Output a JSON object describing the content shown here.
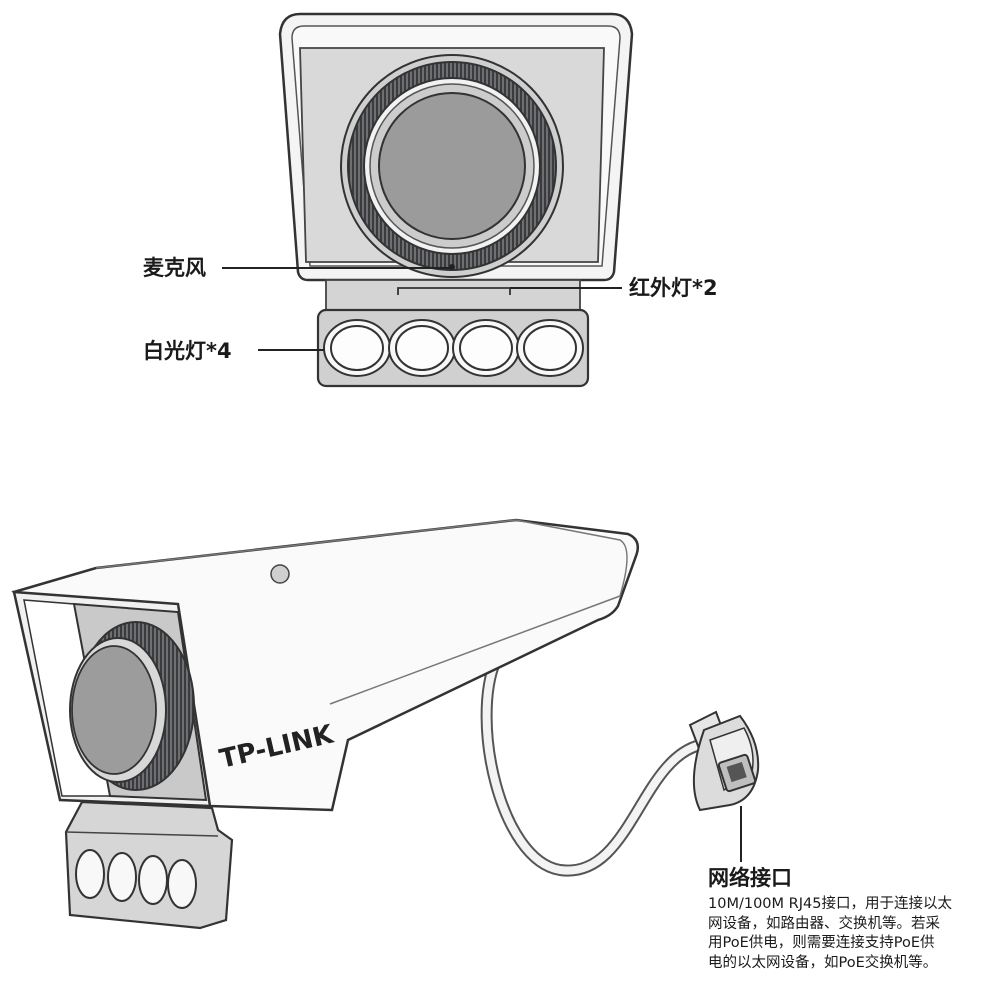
{
  "callouts": {
    "microphone": "麦克风",
    "ir_light": "红外灯*2",
    "white_light": "白光灯*4",
    "network_port": "网络接口"
  },
  "network_port_desc": {
    "line1": "10M/100M RJ45接口，用于连接以太",
    "line2": "网设备，如路由器、交换机等。若采",
    "line3": "用PoE供电，则需要连接支持PoE供",
    "line4": "电的以太网设备，如PoE交换机等。"
  },
  "brand": "TP-LINK"
}
